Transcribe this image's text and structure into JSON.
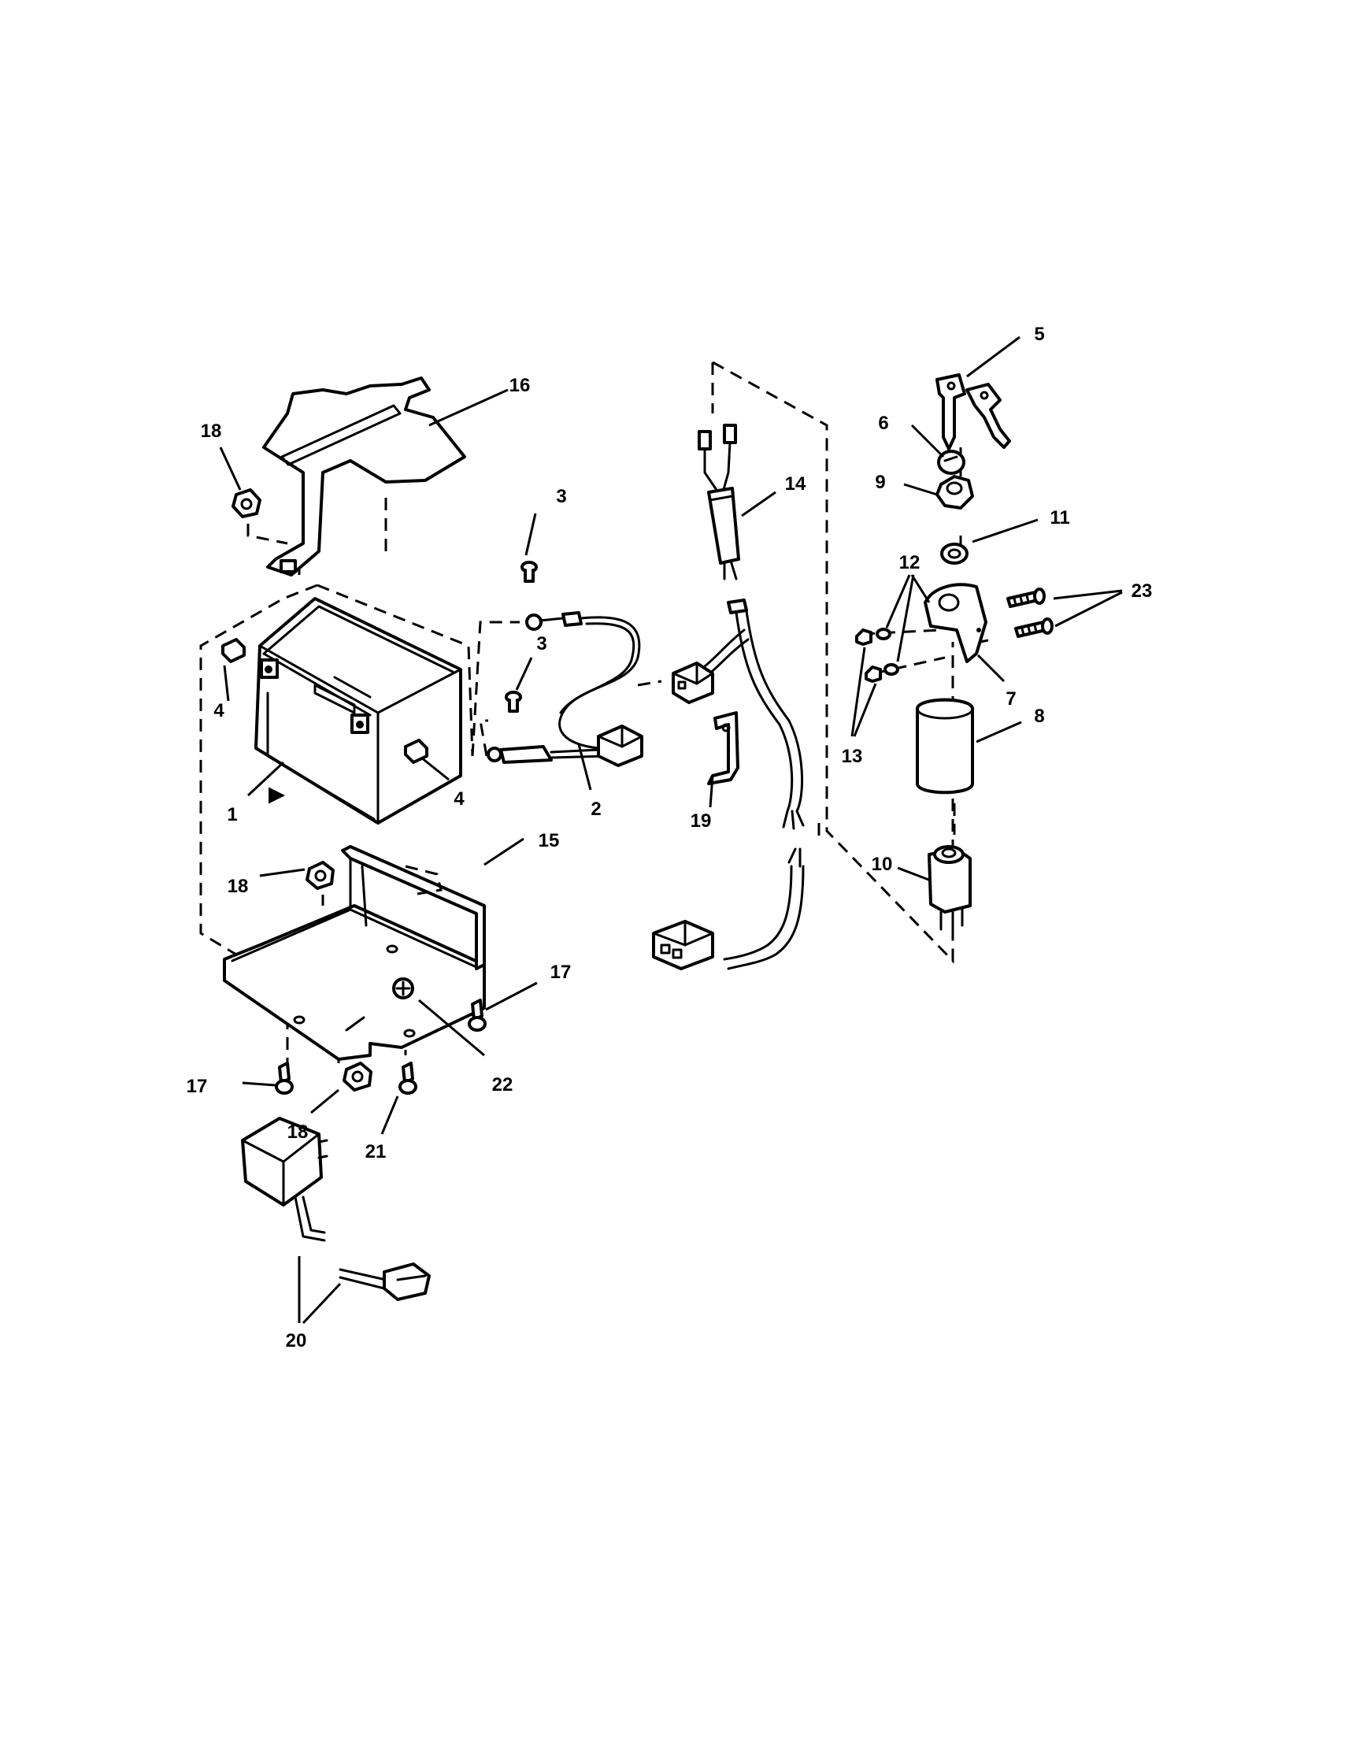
{
  "callouts": {
    "c1": "1",
    "c2": "2",
    "c3a": "3",
    "c3b": "3",
    "c4a": "4",
    "c4b": "4",
    "c5": "5",
    "c6": "6",
    "c7": "7",
    "c8": "8",
    "c9": "9",
    "c10": "10",
    "c11": "11",
    "c12": "12",
    "c13": "13",
    "c14": "14",
    "c15": "15",
    "c16": "16",
    "c17a": "17",
    "c17b": "17",
    "c18a": "18",
    "c18b": "18",
    "c18c": "18",
    "c19": "19",
    "c20": "20",
    "c21": "21",
    "c22": "22",
    "c23": "23"
  }
}
